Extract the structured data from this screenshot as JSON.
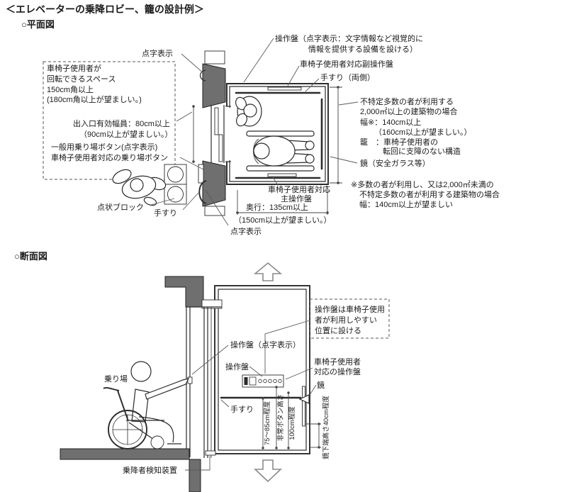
{
  "colors": {
    "wall_gray": "#6f6f6f",
    "line": "#2b2b2b",
    "text": "#1a1a1a"
  },
  "header": {
    "title": "＜エレベーターの乗降ロビー、籠の設計例＞"
  },
  "plan": {
    "heading": "○平面図",
    "labels": {
      "tenji_top": "点字表示",
      "sousaban_l1": "操作盤（点字表示：文字情報など視覚的に",
      "sousaban_l2": "情報を提供する設備を設ける）",
      "fuku_sousaban": "車椅子使用者対応副操作盤",
      "tesuri_ryogawa": "手すり（両側）",
      "turning_l1": "車椅子使用者が",
      "turning_l2": "回転できるスペース",
      "turning_l3": "150cm角以上",
      "turning_l4": "(180cm角以上が望ましい。)",
      "deiriguchi_l1": "出入口有効幅員：80cm以上",
      "deiriguchi_l2": "（90cm以上が望ましい。）",
      "button_l1": "一般用乗り場ボタン(点字表示)",
      "button_l2": "車椅子使用者対応の乗り場ボタン",
      "tenjo_block": "点状ブロック",
      "tesuri_lobby": "手すり",
      "tenji_bottom": "点字表示",
      "main_sousaban_l1": "車椅子使用者対応",
      "main_sousaban_l2": "主操作盤",
      "okuyuki_l1": "奥行：135cm以上",
      "okuyuki_l2": "（150cm以上が望ましい。）",
      "right_note_l1": "不特定多数の者が利用する",
      "right_note_l2": "2,000㎡以上の建築物の場合",
      "right_note_l3": "幅※：140cm以上",
      "right_note_l4": "（160cm以上が望ましい。）",
      "right_note_l5": "籠　：車椅子使用者の",
      "right_note_l6": "転回に支障のない構造",
      "kagami": "鏡（安全ガラス等）",
      "note_l1": "※多数の者が利用し、又は2,000㎡未満の",
      "note_l2": "不特定多数の者が利用する建築物の場合",
      "note_l3": "幅：140cm以上が望ましい"
    }
  },
  "section": {
    "heading": "○断面図",
    "labels": {
      "noriba": "乗り場",
      "sousaban_tenji": "操作盤（点字表示）",
      "sousaban": "操作盤",
      "panel_note_l1": "操作盤は車椅子使用",
      "panel_note_l2": "者が利用しやすい",
      "panel_note_l3": "位置に設ける",
      "taiou_l1": "車椅子使用者",
      "taiou_l2": "対応の操作盤",
      "kagami": "鏡",
      "tesuri": "手すり",
      "dim_tesuri": "75～85cm程度",
      "dim_hijo": "非常ボタン高さ",
      "dim_100": "100cm程度",
      "dim_kagami": "鏡下端高さ40cm程度",
      "kenchi": "乗降者検知装置"
    }
  }
}
